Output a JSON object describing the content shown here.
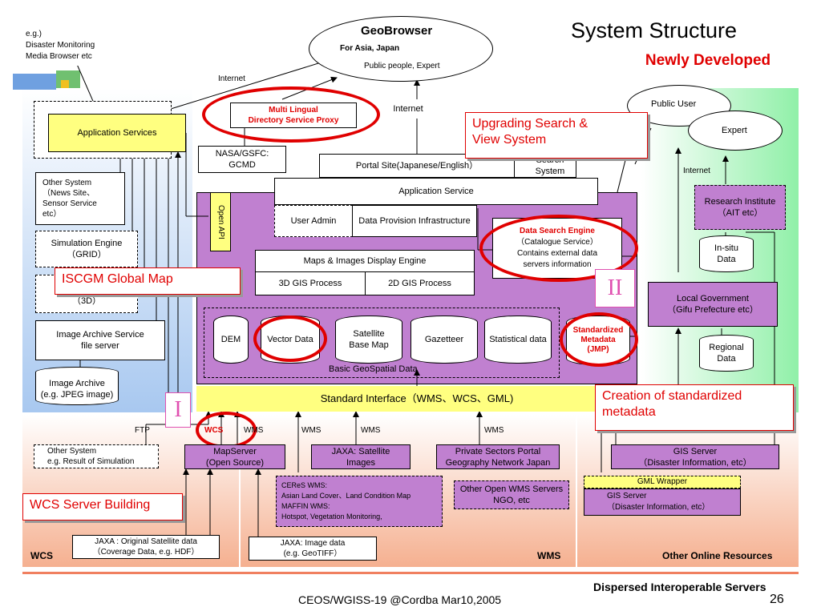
{
  "slide": {
    "title": "System Structure",
    "newly_developed": "Newly Developed",
    "footer": "CEOS/WGISS-19 @Cordba Mar10,2005",
    "page_number": "26",
    "dispersed": "Dispersed Interoperable Servers"
  },
  "top": {
    "eg_note": "e.g.)\n  Disaster Monitoring\n  Media Browser etc",
    "geobrowser_title": "GeoBrowser",
    "geobrowser_sub": "For Asia, Japan",
    "geobrowser_users": "Public people, Expert",
    "internet_left": "Internet",
    "internet_center": "Internet",
    "multi_lingual": "Multi Lingual\nDirectory Service Proxy",
    "nasa": "NASA/GSFC:\nGCMD",
    "portal_site": "Portal Site(Japanese/English）",
    "search_system": "Search System"
  },
  "left": {
    "application_services": "Application Services",
    "other_system": "Other System\n（News Site、\n Sensor Service\n etc）",
    "simulation_engine": "Simulation Engine\n（GRID）",
    "three_d": "（3D）",
    "image_archive_service": "Image Archive Service\nfile server",
    "image_archive": "Image Archive\n(e.g. JPEG image)"
  },
  "center": {
    "application_service": "Application Service",
    "open_api": "Open API",
    "user_admin": "User Admin",
    "data_provision": "Data Provision Infrastructure",
    "data_search_engine": "Data Search Engine",
    "data_search_desc": "（Catalogue Service）\nContains external data\nservers information",
    "maps_engine": "Maps & Images Display Engine",
    "gis_3d": "3D GIS Process",
    "gis_2d": "2D GIS Process",
    "dem": "DEM",
    "vector_data": "Vector Data",
    "satellite_base_map": "Satellite\nBase Map",
    "gazetteer": "Gazetteer",
    "statistical_data": "Statistical data",
    "standardized_metadata": "Standardized\nMetadata\n(JMP)",
    "basic_geospatial": "Basic GeoSpatial Data",
    "standard_interface": "Standard Interface（WMS、WCS、GML)"
  },
  "right": {
    "public_user": "Public User",
    "expert": "Expert",
    "internet": "Internet",
    "research_institute": "Research Institute\n（AIT etc）",
    "in_situ": "In-situ\nData",
    "local_government": "Local Government\n（Gifu Prefecture etc）",
    "regional_data": "Regional\nData"
  },
  "bottom": {
    "ftp": "FTP",
    "wcs_label": "WCS",
    "wms_1": "WMS",
    "wms_2": "WMS",
    "wms_3": "WMS",
    "wms_4": "WMS",
    "other_system_sim": "Other System\n  e.g. Result of Simulation",
    "mapserver": "MapServer\n(Open Source)",
    "jaxa_satellite": "JAXA: Satellite\nImages",
    "private_sectors": "Private Sectors Portal\nGeography Network Japan",
    "ceres": "CEReS WMS:\n  Asian Land Cover、Land Condition Map\nMAFFIN WMS:\n  Hotspot, Vegetation Monitoring,",
    "other_open_wms": "Other Open WMS Servers\nNGO, etc",
    "gis_server_1": "GIS Server\n（Disaster Information, etc）",
    "gml_wrapper": "GML Wrapper",
    "gis_server_2": "GIS Server\n（Disaster Information, etc）",
    "jaxa_original": "JAXA : Original Satellite data\n（Coverage Data, e.g. HDF）",
    "jaxa_image": "JAXA: Image data\n(e.g. GeoTIFF）",
    "region_wcs": "WCS",
    "region_wms": "WMS",
    "region_other": "Other Online Resources"
  },
  "callouts": {
    "upgrading": "Upgrading Search &\nView System",
    "iscgm": "ISCGM Global Map",
    "creation": "Creation of standardized\nmetadata",
    "wcs_server": "WCS Server Building",
    "roman_1": "I",
    "roman_2": "II"
  },
  "colors": {
    "purple": "#c080d0",
    "yellow": "#ffff80",
    "red": "#e00000",
    "blue_panel": "#a8c8f0",
    "green_panel": "#90f0a8",
    "orange_panel": "#f5b090"
  }
}
